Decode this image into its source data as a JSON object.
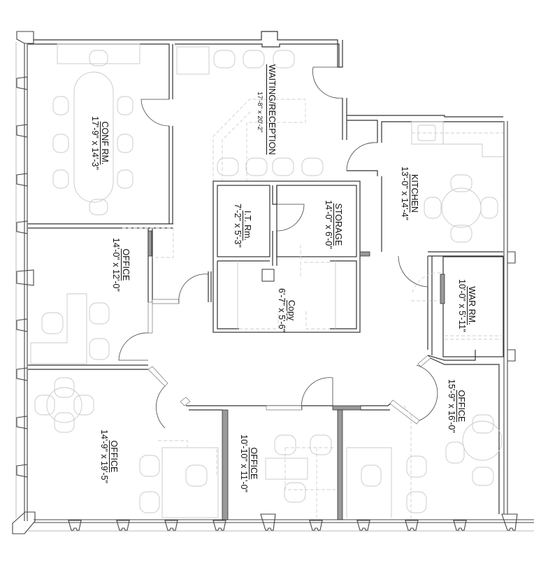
{
  "plan": {
    "orientation": "rotated 90 degrees clockwise",
    "rooms": [
      {
        "id": "conf",
        "name": "CONF RM.",
        "dims": "17'-9\" x 14'-3\""
      },
      {
        "id": "waiting",
        "name": "WAITING/RECEPTION",
        "dims": "17'-8\" x 20'-2\""
      },
      {
        "id": "kitchen",
        "name": "KITCHEN",
        "dims": "13'-0\" x 14'-4\""
      },
      {
        "id": "it",
        "name": "I.T. Rm.",
        "dims": "7'-2\" x 5'-3\""
      },
      {
        "id": "storage",
        "name": "STORAGE",
        "dims": "14'-0\" x 6'-0\""
      },
      {
        "id": "copy",
        "name": "Copy",
        "dims": "6'-7\" x 5'-6\""
      },
      {
        "id": "office1",
        "name": "OFFICE",
        "dims": "14'-0\" x 12'-0\""
      },
      {
        "id": "war",
        "name": "WAR RM.",
        "dims": "10'-0\" x 5'-11\""
      },
      {
        "id": "office2",
        "name": "OFFICE",
        "dims": "14'-9\" x 19'-5\""
      },
      {
        "id": "office3",
        "name": "OFFICE",
        "dims": "10'-10\" x 11'-0\""
      },
      {
        "id": "office4",
        "name": "OFFICE",
        "dims": "15'-9\" x 16'-0\""
      }
    ],
    "colors": {
      "wall": "#333333",
      "furniture": "#c8c8c8",
      "pier_fill": "#999999",
      "background": "#ffffff"
    }
  }
}
